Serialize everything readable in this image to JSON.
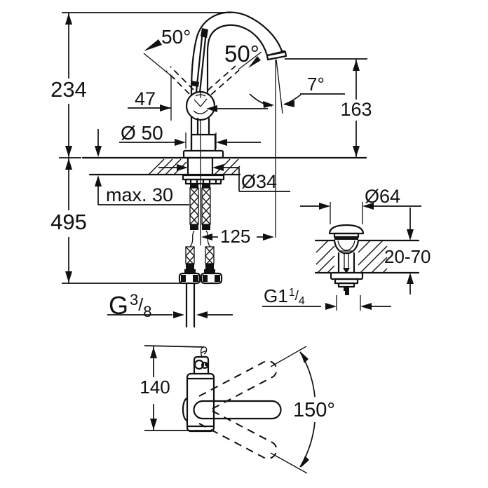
{
  "drawing": {
    "front_view": {
      "height_above_deck": "234",
      "height_below_deck": "495",
      "lever_angle_left": "50°",
      "lever_angle_right": "50°",
      "lever_offset": "47",
      "base_diameter": "Ø 50",
      "spout_outlet_height": "163",
      "spout_outlet_angle": "7°",
      "shank_diameter": "Ø34",
      "max_deck_thickness": "max. 30",
      "outlet_projection": "125",
      "supply_thread": {
        "prefix": "G",
        "numerator": "3",
        "slash": "/",
        "denominator": "8"
      }
    },
    "drain_detail": {
      "cap_diameter": "Ø64",
      "deck_thickness_range": "20-70",
      "waste_thread": {
        "prefix": "G1",
        "numerator": "1",
        "slash": "/",
        "denominator": "4"
      }
    },
    "top_view": {
      "body_depth": "140",
      "swivel_range": "150°"
    },
    "style": {
      "line_color": "#111111",
      "background": "#ffffff"
    }
  }
}
